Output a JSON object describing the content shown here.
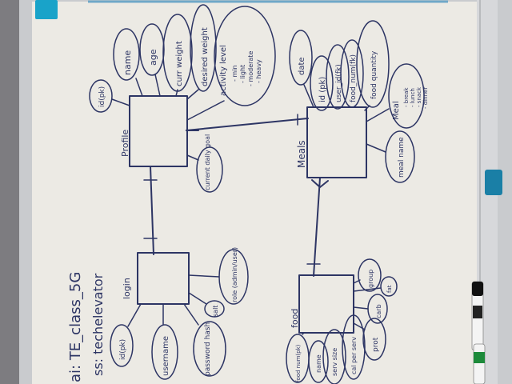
{
  "image": {
    "subject": "Whiteboard with a hand-drawn entity relationship diagram, photographed rotated",
    "colors": {
      "wall": "#7d7c80",
      "board": "#eceae4",
      "frame": "#c9cbce",
      "ink": "#2d3564",
      "tape": "#19a3c9",
      "eraser": "#1a7fa6"
    }
  },
  "board_text": {
    "title_line1": "ai: TE_class_5G",
    "title_line2": "ss: techelevator"
  },
  "entities": {
    "profile": {
      "name": "Profile",
      "attributes": [
        "id(pk)",
        "name",
        "age",
        "curr weight",
        "desired weight",
        "activity level",
        "current daily goal"
      ],
      "activity_options": [
        "- min",
        "- light",
        "- moderate",
        "- heavy"
      ]
    },
    "meals": {
      "name": "Meals",
      "attributes": [
        "date",
        "id (pk)",
        "user_id(fk)",
        "food_num(fk)",
        "food quantity",
        "meal name"
      ],
      "meal_name": "Meal",
      "meal_options": [
        "- break",
        "- lunch",
        "- snack",
        "- dinner"
      ]
    },
    "login": {
      "name": "login",
      "attributes": [
        "id(pk)",
        "username",
        "password hash",
        "salt",
        "role (admin/user)"
      ]
    },
    "food": {
      "name": "food",
      "attributes": [
        "food num(pk)",
        "name",
        "serv size",
        "cal per serv",
        "prot",
        "carb",
        "fat",
        "group"
      ]
    }
  }
}
